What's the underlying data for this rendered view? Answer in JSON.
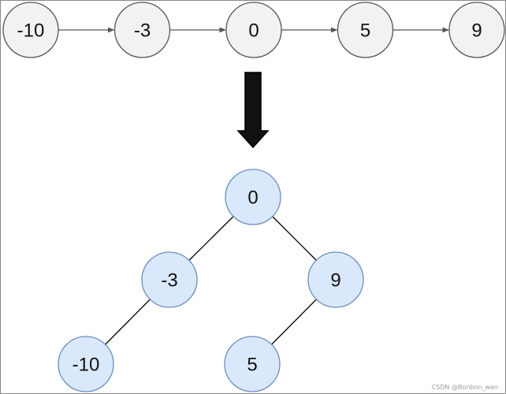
{
  "list": {
    "nodes": [
      "-10",
      "-3",
      "0",
      "5",
      "9"
    ],
    "fill": "#f2f2f2",
    "stroke": "#555555"
  },
  "tree": {
    "nodes": [
      {
        "id": "n0",
        "label": "0"
      },
      {
        "id": "n1",
        "label": "-3"
      },
      {
        "id": "n2",
        "label": "9"
      },
      {
        "id": "n3",
        "label": "-10"
      },
      {
        "id": "n4",
        "label": "5"
      }
    ],
    "edges": [
      [
        "n0",
        "n1"
      ],
      [
        "n0",
        "n2"
      ],
      [
        "n1",
        "n3"
      ],
      [
        "n2",
        "n4"
      ]
    ],
    "fill": "#dae8fc",
    "stroke": "#6c8ebf"
  },
  "big_arrow": {
    "color": "#111111"
  },
  "watermark": "CSDN @Bonbon_wen"
}
